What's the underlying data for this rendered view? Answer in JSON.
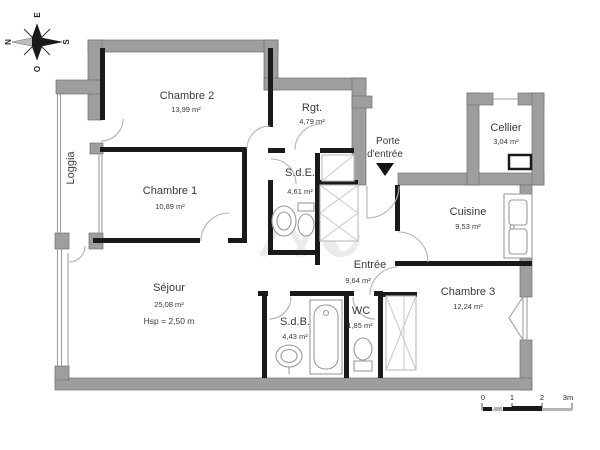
{
  "plan": {
    "rooms": [
      {
        "name": "Chambre 2",
        "area": "13,99 m²"
      },
      {
        "name": "Rgt.",
        "area": "4,79 m²"
      },
      {
        "name": "Cellier",
        "area": "3,04 m²"
      },
      {
        "name": "Chambre 1",
        "area": "10,89 m²"
      },
      {
        "name": "S.d.E.",
        "area": "4,61 m²"
      },
      {
        "name": "Cuisine",
        "area": "9,53 m²"
      },
      {
        "name": "Entrée",
        "area": "9,64 m²"
      },
      {
        "name": "Séjour",
        "area": "25,08 m²",
        "note": "Hsp = 2,50 m"
      },
      {
        "name": "S.d.B.",
        "area": "4,43 m²"
      },
      {
        "name": "WC",
        "area": "1,85 m²"
      },
      {
        "name": "Chambre 3",
        "area": "12,24 m²"
      },
      {
        "name": "Loggia"
      }
    ],
    "entry": {
      "line1": "Porte",
      "line2": "d'entrée"
    },
    "compass": {
      "north": "N",
      "east": "E",
      "south": "S",
      "west": "O"
    },
    "scale": {
      "t0": "0",
      "t1": "1",
      "t2": "2",
      "t3": "3m"
    },
    "colors": {
      "outer_wall": "#9e9e9e",
      "interior_wall": "#1a1a1a",
      "thin_line": "#9f9f9f",
      "text": "#3a3a3a"
    }
  }
}
